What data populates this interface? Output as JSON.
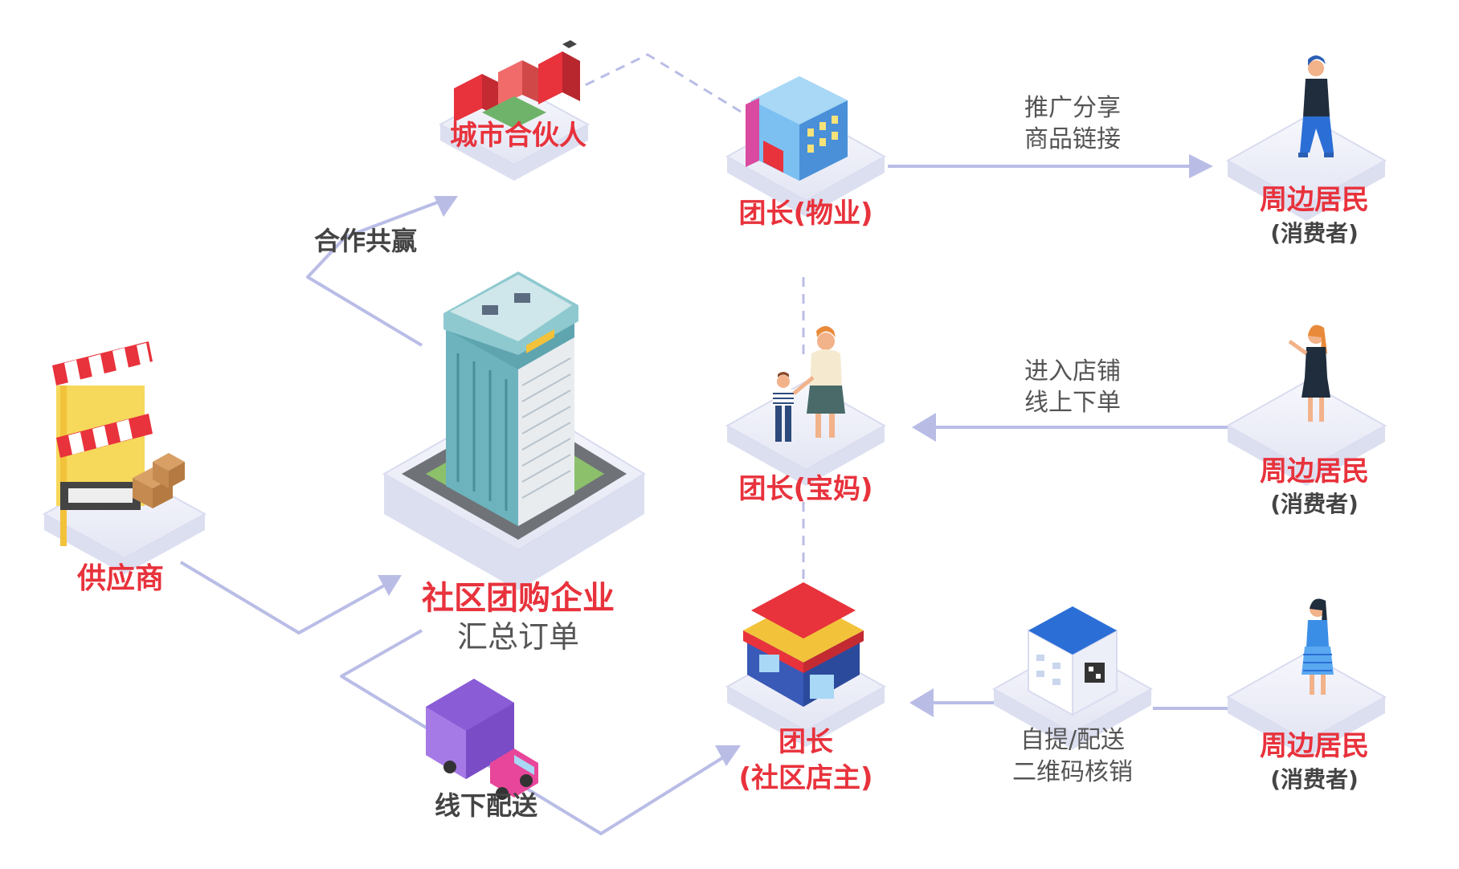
{
  "nodes": {
    "supplier": {
      "label": "供应商"
    },
    "enterprise": {
      "label": "社区团购企业",
      "sub": "汇总订单"
    },
    "city_partner": {
      "label": "城市合伙人"
    },
    "leader_property": {
      "label": "团长(物业)"
    },
    "leader_mom": {
      "label": "团长(宝妈)"
    },
    "leader_shop": {
      "label_line1": "团长",
      "label_line2": "(社区店主)"
    },
    "resident_1": {
      "label": "周边居民",
      "sub": "(消费者)"
    },
    "resident_2": {
      "label": "周边居民",
      "sub": "(消费者)"
    },
    "resident_3": {
      "label": "周边居民",
      "sub": "(消费者)"
    }
  },
  "edges": {
    "cooperation": "合作共赢",
    "promote_line1": "推广分享",
    "promote_line2": "商品链接",
    "enter_line1": "进入店铺",
    "enter_line2": "线上下单",
    "pickup_line1": "自提/配送",
    "pickup_line2": "二维码核销",
    "offline_delivery": "线下配送"
  },
  "colors": {
    "label_red": "#e8323c",
    "arrow": "#b9bde6",
    "platform": "#eceef8"
  }
}
